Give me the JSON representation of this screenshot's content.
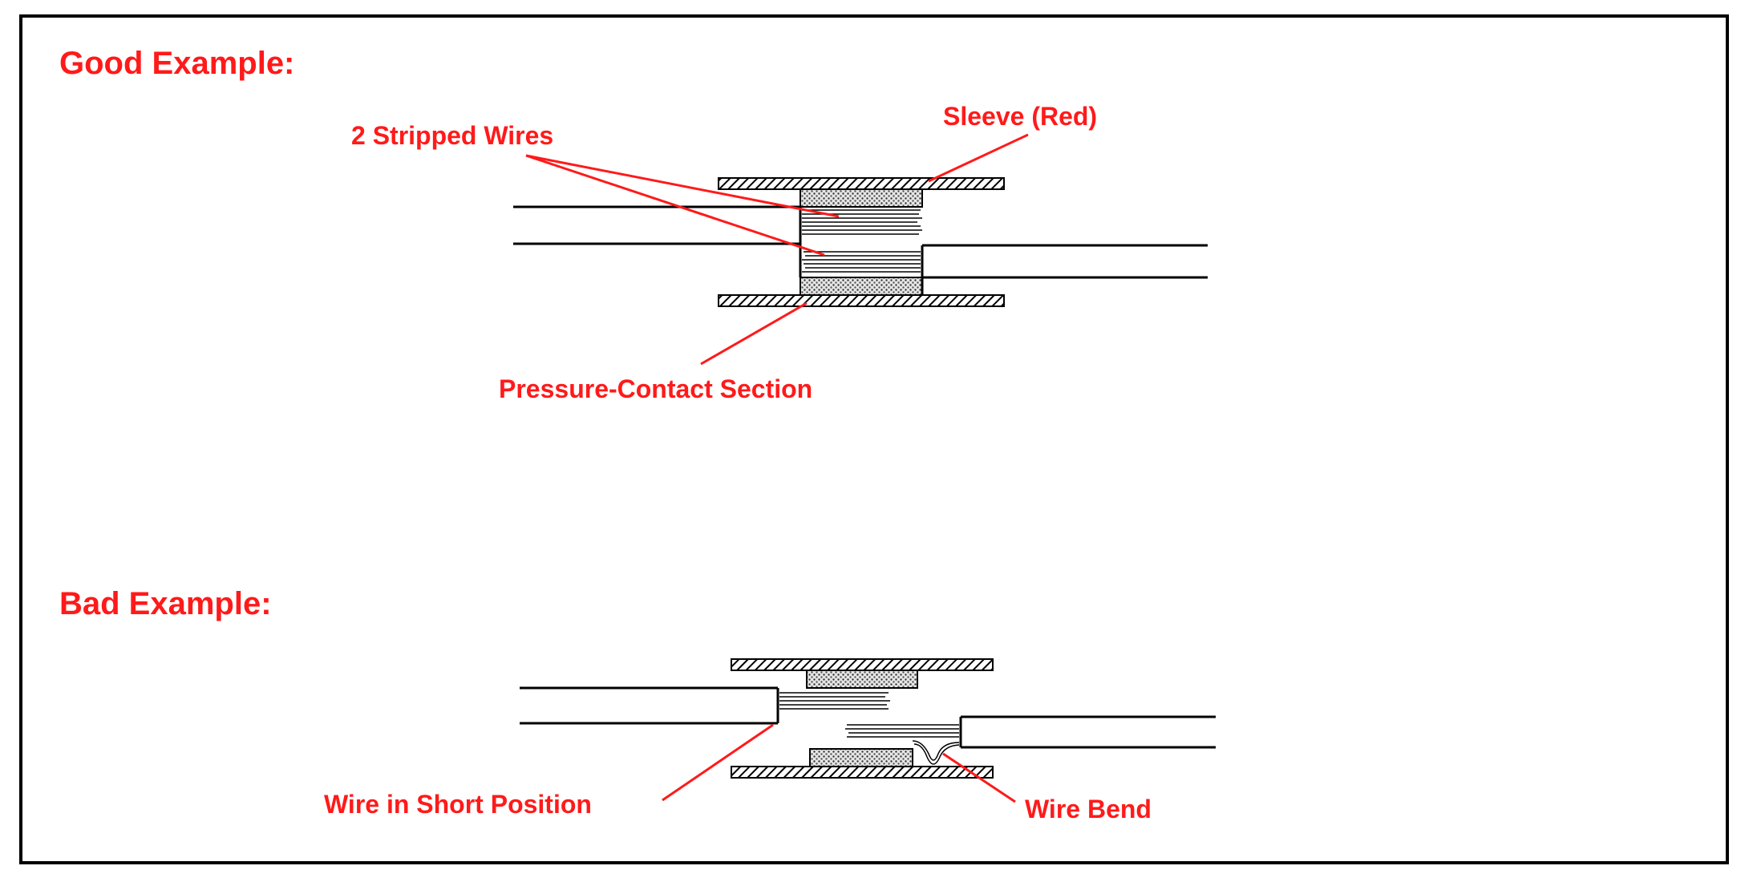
{
  "good": {
    "heading": "Good Example:",
    "labels": {
      "stripped_wires": "2 Stripped Wires",
      "sleeve": "Sleeve (Red)",
      "pressure_contact": "Pressure-Contact Section"
    }
  },
  "bad": {
    "heading": "Bad Example:",
    "labels": {
      "short_position": "Wire in Short Position",
      "wire_bend": "Wire Bend"
    }
  },
  "colors": {
    "label": "#ff1a1a",
    "line": "#000000"
  }
}
